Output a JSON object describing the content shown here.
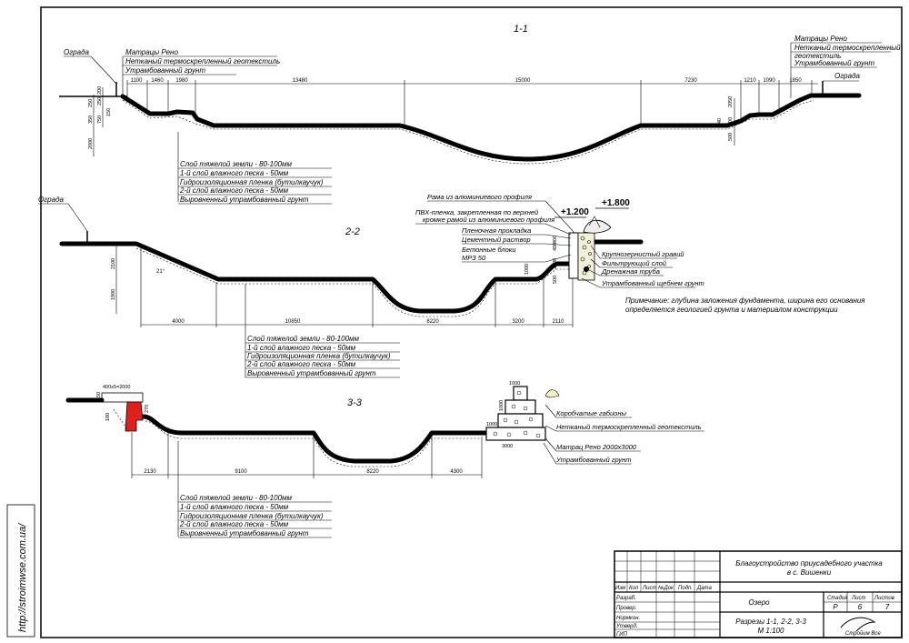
{
  "sections": {
    "s1": {
      "title": "1-1",
      "left_fence": "Ограда",
      "right_fence": "Ограда",
      "left_callouts": [
        "Матрацы Рено",
        "Нетканый термоскрепленный геотекстиль",
        "Утрамбованный грунт"
      ],
      "right_callouts": [
        "Матрацы Рено",
        "Нетканый термоскрепленный",
        "геотекстиль",
        "Утрамбованный грунт"
      ],
      "top_dims": [
        "1100",
        "1460",
        "1980",
        "13480",
        "15000",
        "7230",
        "1210",
        "1090",
        "1850"
      ],
      "left_vdims": [
        "250",
        "250",
        "350",
        "2000",
        "750",
        "200",
        "150"
      ],
      "right_vdims": [
        "2050",
        "40",
        "500",
        "500"
      ],
      "layers": [
        "Слой тяжелой земли - 80-100мм",
        "1-й слой влажного песка - 50мм",
        "Гидроизоляционная пленка (бутилкаучук)",
        "2-й слой влажного песка - 50мм",
        "Выровненный утрамбованный грунт"
      ]
    },
    "s2": {
      "title": "2-2",
      "left_fence": "Ограда",
      "angle": "21°",
      "elev_1": "+1.200",
      "elev_2": "+1.800",
      "right_callouts": [
        "Рама из алюминиевого профиля",
        "ПВХ-пленка, закрепленная по верхней",
        "кромке рамой из алюминиевого профиля",
        "Пленочная прокладка",
        "Цементный раствор",
        "Бетонные блоки",
        "МРЗ 50"
      ],
      "right_callouts2": [
        "Крупнозернистый гравий",
        "Фильтрующий слой",
        "Дренажная труба",
        "Утрамбованный щебнем грунт"
      ],
      "bottom_dims": [
        "4000",
        "10850",
        "8220",
        "3200",
        "2110"
      ],
      "vdims": [
        "2100",
        "1900",
        "1000",
        "400",
        "400",
        "1200",
        "500"
      ],
      "note": [
        "Примечание: глубина заложения фундамента, ширина его основания",
        "определяется геологией грунта и материалом конструкции"
      ],
      "layers": [
        "Слой тяжелой земли - 80-100мм",
        "1-й слой влажного песка - 50мм",
        "Гидроизоляционная пленка (бутилкаучук)",
        "2-й слой влажного песка - 50мм",
        "Выровненный утрамбованный грунт"
      ]
    },
    "s3": {
      "title": "3-3",
      "left_dim_label": "400х5=2000",
      "left_vdims": [
        "150",
        "180",
        "270"
      ],
      "right_callouts": [
        "Коробчатые габионы",
        "Нетканый термоскрепленный геотекстиль",
        "Матрац Рено 2000х3000",
        "Утрамбованный грунт"
      ],
      "right_dims": [
        "1000",
        "1000",
        "1000",
        "3000"
      ],
      "bottom_dims": [
        "2130",
        "9100",
        "8220",
        "4300"
      ],
      "layers": [
        "Слой тяжелой земли - 80-100мм",
        "1-й слой влажного песка - 50мм",
        "Гидроизоляционная пленка (бутилкаучук)",
        "2-й слой влажного песка - 50мм",
        "Выровненный утрамбованный грунт"
      ]
    }
  },
  "title_block": {
    "project": [
      "Благоустройство приусадебного участка",
      "в с. Вишенки"
    ],
    "object": "Озеро",
    "sheet_title": [
      "Разрезы 1-1, 2-2, 3-3",
      "М 1:100"
    ],
    "col_headers": [
      "Изм",
      "Кол",
      "Лист",
      "№Док",
      "Подп.",
      "Дата"
    ],
    "row_labels": [
      "Разраб.",
      "Провер.",
      "Нормкон.",
      "Утверд.",
      "ГИП"
    ],
    "stage_header": "Стадия",
    "sheet_header": "Лист",
    "sheets_header": "Листов",
    "stage": "Р",
    "sheet": "6",
    "sheets": "7",
    "logo_text": "Стройим Все"
  },
  "side_url": "http://stroimwse.com.ua/",
  "colors": {
    "ink": "#000000",
    "red": "#e0201a"
  }
}
